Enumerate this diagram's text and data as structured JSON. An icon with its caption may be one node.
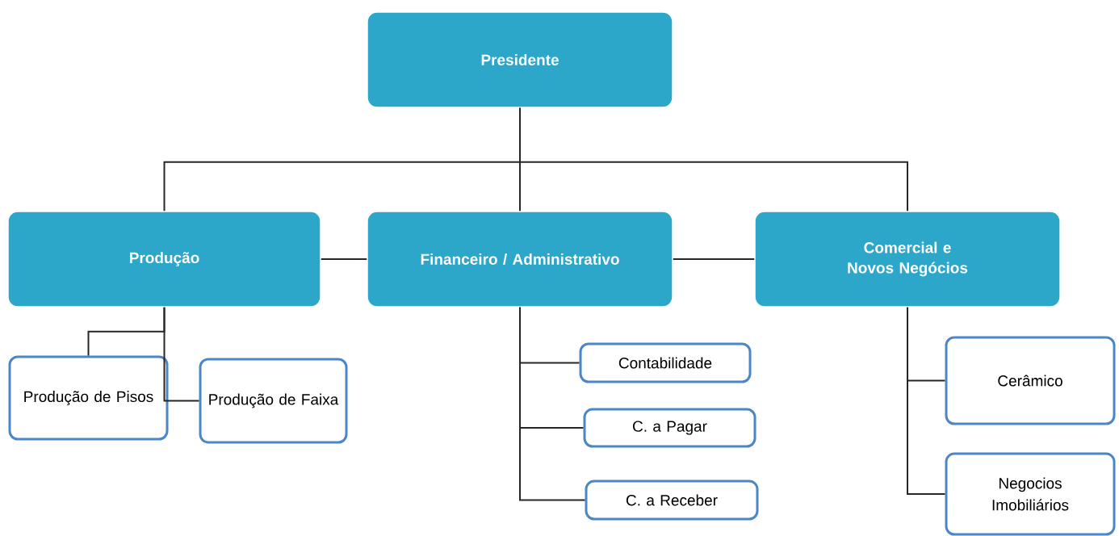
{
  "diagram": {
    "nodes": [
      {
        "text": [
          "Presidente"
        ]
      },
      {
        "text": [
          "Produção"
        ]
      },
      {
        "text": [
          "Financeiro / Administrativo"
        ]
      },
      {
        "text": [
          "Comercial e Novos Negócios"
        ]
      },
      {
        "text": [
          "Produção de Pisos"
        ]
      },
      {
        "text": [
          "Produção de Faixa"
        ]
      },
      {
        "text": [
          "Contabilidade"
        ]
      },
      {
        "text": [
          "C. a Pagar"
        ]
      },
      {
        "text": [
          "C. a Receber"
        ]
      },
      {
        "text": [
          "Cerâmico"
        ]
      },
      {
        "text": [
          "Negocios Imobiliários"
        ]
      }
    ],
    "edges": [
      {
        "from": 0,
        "to": 1,
        "arrow": "none"
      },
      {
        "from": 0,
        "to": 2,
        "arrow": "none"
      },
      {
        "from": 0,
        "to": 3,
        "arrow": "none"
      },
      {
        "from": 1,
        "to": 2,
        "arrow": "none"
      },
      {
        "from": 2,
        "to": 3,
        "arrow": "none"
      },
      {
        "from": 1,
        "to": 4,
        "arrow": "none"
      },
      {
        "from": 1,
        "to": 5,
        "arrow": "none"
      },
      {
        "from": 2,
        "to": 6,
        "arrow": "none"
      },
      {
        "from": 2,
        "to": 7,
        "arrow": "none"
      },
      {
        "from": 2,
        "to": 8,
        "arrow": "none"
      },
      {
        "from": 3,
        "to": 9,
        "arrow": "none"
      },
      {
        "from": 3,
        "to": 10,
        "arrow": "none"
      }
    ]
  }
}
